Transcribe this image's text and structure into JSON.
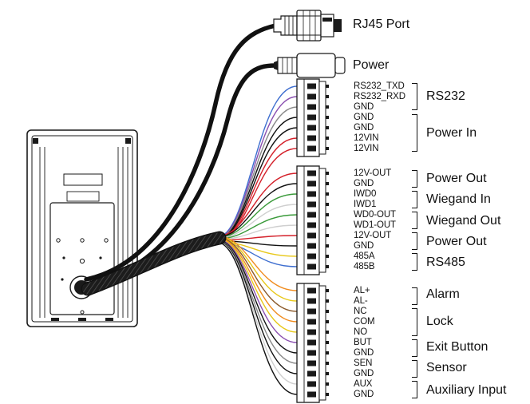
{
  "ports": {
    "rj45": "RJ45 Port",
    "power": "Power"
  },
  "pins": {
    "rs232_txd": "RS232_TXD",
    "rs232_rxd": "RS232_RXD",
    "gnd_a": "GND",
    "gnd_b": "GND",
    "gnd_c": "GND",
    "vin_a": "12VIN",
    "vin_b": "12VIN",
    "v12out_a": "12V-OUT",
    "gnd_d": "GND",
    "iwd0": "IWD0",
    "iwd1": "IWD1",
    "wd0out": "WD0-OUT",
    "wd1out": "WD1-OUT",
    "v12out_b": "12V-OUT",
    "gnd_e": "GND",
    "rs485a": "485A",
    "rs485b": "485B",
    "al_plus": "AL+",
    "al_minus": "AL-",
    "nc": "NC",
    "com": "COM",
    "no": "NO",
    "but": "BUT",
    "gnd_f": "GND",
    "sen": "SEN",
    "gnd_g": "GND",
    "aux": "AUX",
    "gnd_h": "GND"
  },
  "groups": {
    "rs232": "RS232",
    "power_in": "Power In",
    "power_out_a": "Power Out",
    "wiegand_in": "Wiegand In",
    "wiegand_out": "Wiegand Out",
    "power_out_b": "Power Out",
    "rs485": "RS485",
    "alarm": "Alarm",
    "lock": "Lock",
    "exit_button": "Exit Button",
    "sensor": "Sensor",
    "auxiliary_input": "Auxiliary Input"
  },
  "colors": {
    "line": "#1a1a1a",
    "device_fill": "#ffffff",
    "wire_black": "#111111",
    "wire_red": "#d4202a",
    "wire_orange": "#f08c1e",
    "wire_yellow": "#e8c81a",
    "wire_green": "#3a9a3a",
    "wire_blue": "#3f6fd0",
    "wire_purple": "#8a4fb0",
    "wire_brown": "#8b5a2b",
    "wire_gray": "#8a8a8a",
    "wire_white": "#cfcfcf"
  }
}
